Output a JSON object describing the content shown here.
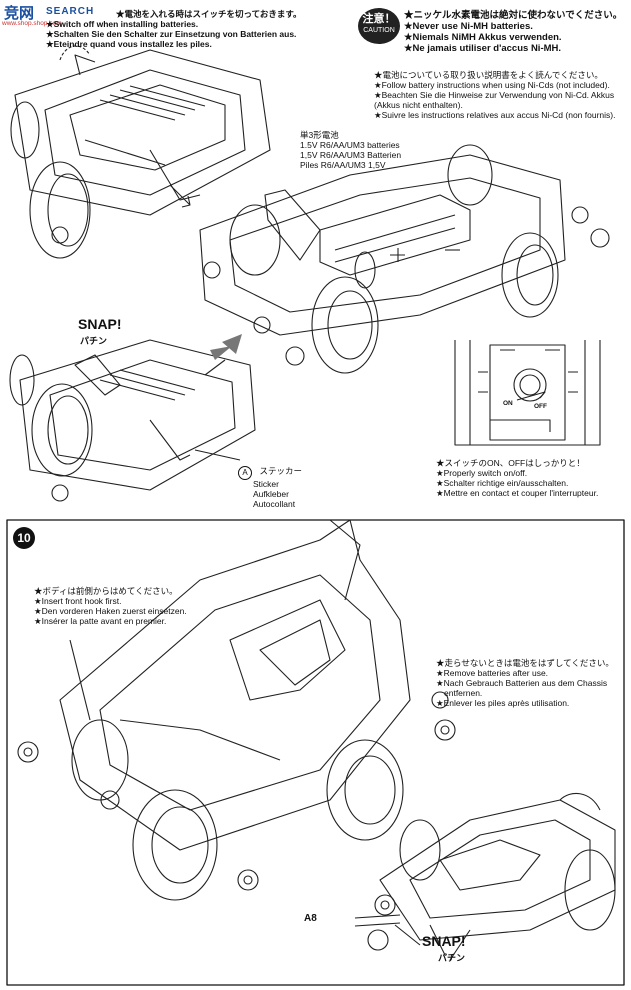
{
  "watermark": {
    "brand": "竞网",
    "sub": "www.shop.shop.com",
    "search": "SEARCH"
  },
  "step9": {
    "top_instr": [
      "★電池を入れる時はスイッチを切っておきます。",
      "★Switch off when installing batteries.",
      "★Schalten Sie den Schalter zur Einsetzung von Batterien aus.",
      "★Eteindre quand vous installez les piles."
    ],
    "caution": {
      "jp": "注意！",
      "en": "CAUTION",
      "lines": [
        "★ニッケル水素電池は絶対に使わないでください。",
        "★Never use Ni-MH batteries.",
        "★Niemals NiMH Akkus verwenden.",
        "★Ne jamais utiliser d'accus Ni-MH."
      ]
    },
    "nicd": [
      "★電池についている取り扱い説明書をよく読んでください。",
      "★Follow battery instructions when using Ni-Cds (not included).",
      "★Beachten Sie die Hinweise zur Verwendung von Ni-Cd. Akkus",
      "(Akkus nicht enthalten).",
      "★Suivre les instructions relatives aux accus Ni-Cd (non fournis)."
    ],
    "battery": [
      "単3形電池",
      "1.5V R6/AA/UM3 batteries",
      "1,5V R6/AA/UM3 Batterien",
      "Piles R6/AA/UM3 1,5V"
    ],
    "snap": "SNAP!",
    "snap_jp": "パチン",
    "sticker": {
      "letter": "A",
      "lines": [
        "ステッカー",
        "Sticker",
        "Aufkleber",
        "Autocollant"
      ]
    },
    "switch": {
      "on": "ON",
      "off": "OFF",
      "lines": [
        "★スイッチのON、OFFはしっかりと！",
        "★Properly switch on/off.",
        "★Schalter richtige ein/ausschalten.",
        "★Mettre en contact et couper l'interrupteur."
      ]
    }
  },
  "step10": {
    "number": "10",
    "hook": [
      "★ボディは前側からはめてください。",
      "★Insert front hook first.",
      "★Den vorderen Haken zuerst einsetzen.",
      "★Insérer la patte avant en premier."
    ],
    "remove": [
      "★走らせないときは電池をはずしてください。",
      "★Remove batteries after use.",
      "★Nach Gebrauch Batterien aus dem Chassis",
      "entfernen.",
      "★Enlever les piles après utilisation."
    ],
    "part": "A8",
    "snap": "SNAP!",
    "snap_jp": "パチン"
  }
}
